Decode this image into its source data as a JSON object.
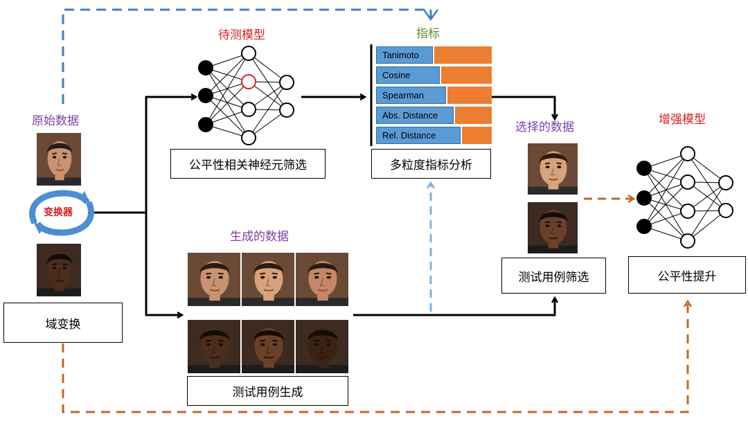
{
  "labels": {
    "original_data": "原始数据",
    "model_under_test": "待测模型",
    "metrics": "指标",
    "selected_data": "选择的数据",
    "enhanced_model": "增强模型",
    "generated_data": "生成的数据",
    "transformer": "变换器"
  },
  "boxes": {
    "fairness_neuron_filter": "公平性相关神经元筛选",
    "multi_granularity_analysis": "多粒度指标分析",
    "test_case_filter": "测试用例筛选",
    "fairness_improve": "公平性提升",
    "domain_transform": "域变换",
    "test_case_generate": "测试用例生成"
  },
  "metrics_list": [
    "Tanimoto",
    "Cosine",
    "Spearman",
    "Abs. Distance",
    "Rel. Distance"
  ],
  "colors": {
    "purple_label": "#7b3fa8",
    "red_label": "#d21f26",
    "green_label": "#5a8f29",
    "blue_dashed": "#3d7fc2",
    "light_blue_dashed": "#7fb2df",
    "orange_dashed": "#c8641f",
    "metric_blue": "#5b9bd5",
    "metric_orange": "#ed7d31"
  },
  "icons": {
    "neural_network": "neural-network-icon",
    "cycle_arrows": "cycle-arrows-icon",
    "light_face": "light-skin-face-photo",
    "dark_face": "dark-skin-face-photo"
  }
}
